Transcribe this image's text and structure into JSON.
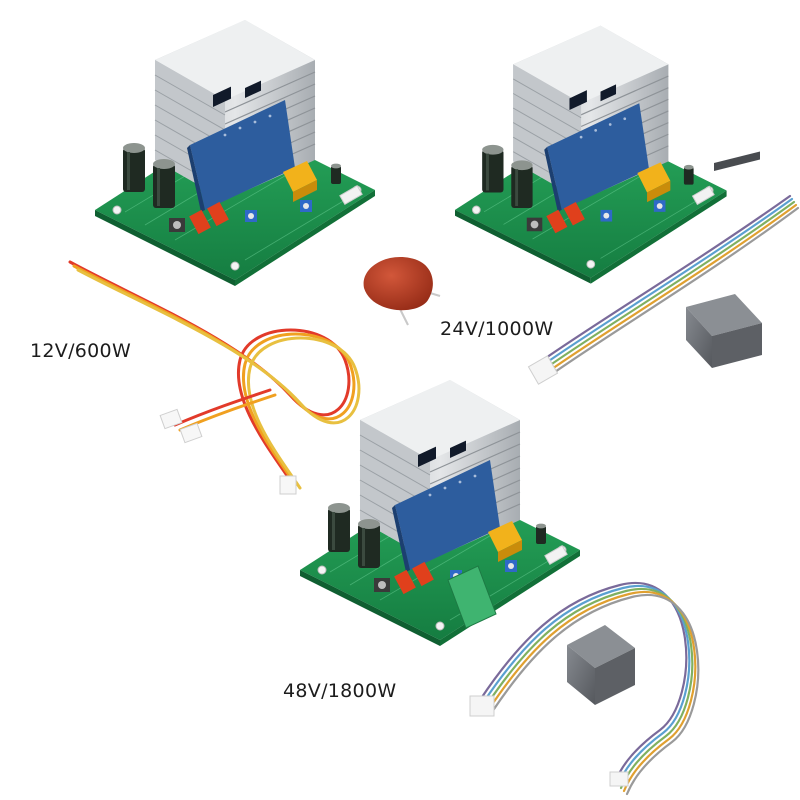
{
  "labels": {
    "board_12v": "12V/600W",
    "board_24v": "24V/1000W",
    "board_48v": "48V/1800W"
  },
  "colors": {
    "pcb_green": "#1f9a52",
    "pcb_dark": "#137a3e",
    "heatsink": "#d6d9dc",
    "heatsink_shadow": "#9ea3a8",
    "driver_board": "#2d5d9e",
    "capacitor": "#1f2a22",
    "relay": "#f2b21b",
    "fuse": "#e0401c",
    "trimpot": "#2f69c8",
    "film_capacitor": "#b3361c",
    "ferrite_core": "#6d7075"
  },
  "wire_colors": {
    "cable_3pin": [
      "#e23a2a",
      "#f0a020",
      "#e8c040"
    ],
    "cable_5pin": [
      "#7a6a9a",
      "#5aa0d0",
      "#80b060",
      "#e0a030",
      "#9a9a9a"
    ]
  },
  "icons": {
    "board": "inverter-driver-board",
    "cable": "jst-connector-cable",
    "capacitor": "film-capacitor",
    "core": "ferrite-clamp"
  }
}
